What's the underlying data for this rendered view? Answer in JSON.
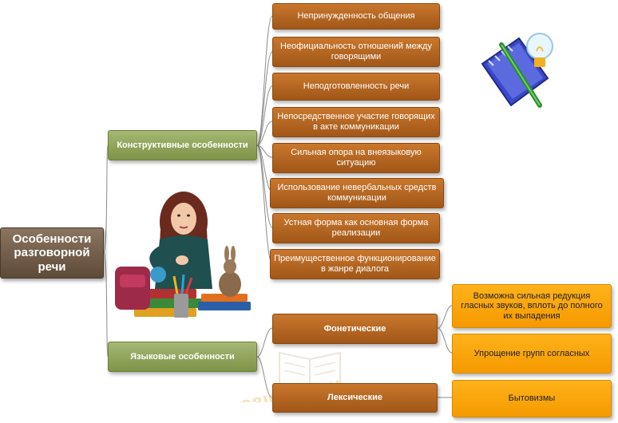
{
  "root": {
    "label": "Особенности разговорной речи"
  },
  "branches": {
    "constructive": {
      "label": "Конструктивные особенности",
      "items": [
        "Непринужденность общения",
        "Неофициальность отношений между говорящими",
        "Неподготовленность речи",
        "Непосредственное участие говорящих в акте коммуникации",
        "Сильная опора на внеязыковую ситуацию",
        "Использование невербальных средств коммуникации",
        "Устная форма как основная форма реализации",
        "Преимущественное функционирование в жанре диалога"
      ]
    },
    "language": {
      "label": "Языковые особенности",
      "phonetic": {
        "label": "Фонетические",
        "items": [
          "Возможна сильная редукция гласных звуков, вплоть до полного их выпадения",
          "Упрощение групп согласных"
        ]
      },
      "lexical": {
        "label": "Лексические",
        "items": [
          "Бытовизмы"
        ]
      }
    }
  },
  "watermark": {
    "text": "OBIPLOM.RU"
  },
  "images": {
    "illustration": "woman-with-books-illustration",
    "icon": "notebook-pencil-lightbulb-icon"
  },
  "colors": {
    "root": "#6f5a46",
    "green": "#8fa35a",
    "brown": "#b5651d",
    "orange": "#ffa500",
    "connector": "#8c8c8c"
  }
}
